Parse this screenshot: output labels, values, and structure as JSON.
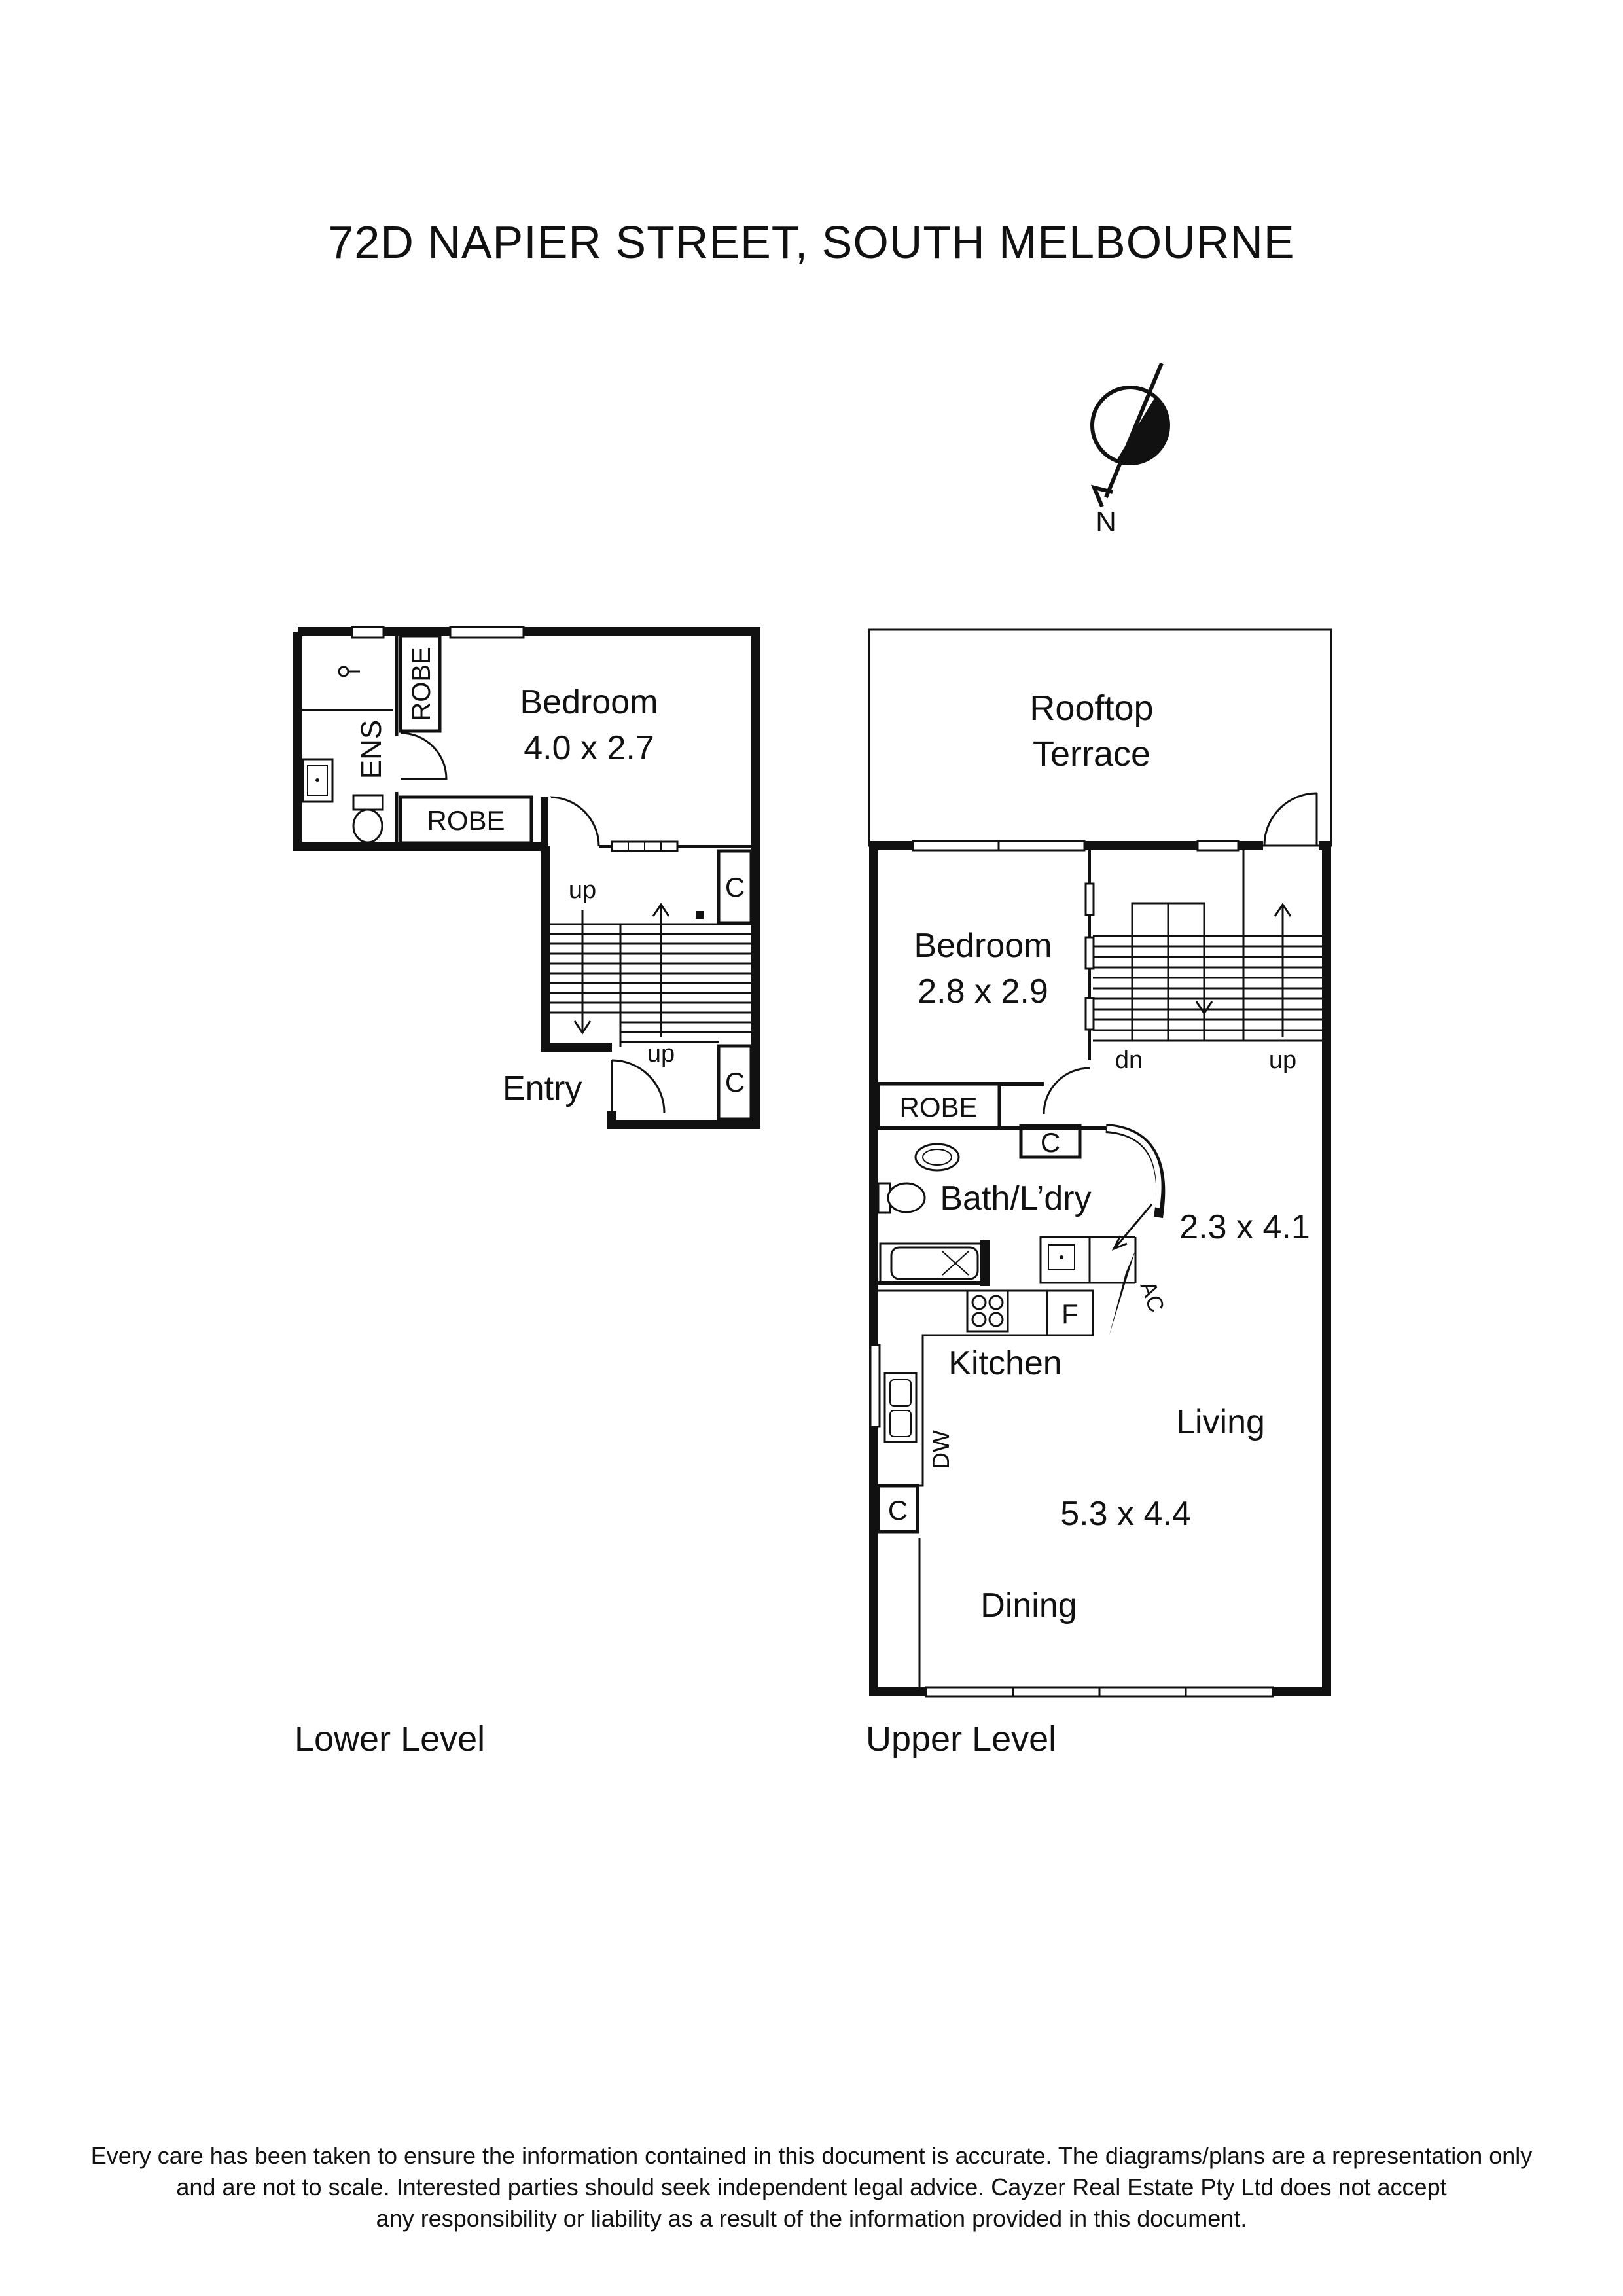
{
  "document": {
    "title": "72D NAPIER STREET, SOUTH MELBOURNE",
    "disclaimer": [
      "Every care has been taken to ensure the information contained in this document is accurate. The diagrams/plans are a representation only",
      "and are not to scale. Interested parties should seek independent legal advice. Cayzer Real Estate Pty Ltd does not accept",
      "any responsibility or liability as a result of the information provided in this document."
    ]
  },
  "compass": {
    "label": "N"
  },
  "lower_level": {
    "caption": "Lower Level",
    "bedroom_name": "Bedroom",
    "bedroom_size": "4.0 x 2.7",
    "ensuite": "ENS",
    "robe_small": "ROBE",
    "robe": "ROBE",
    "cupboard_top": "C",
    "cupboard_bottom": "C",
    "stair_up_left": "up",
    "stair_up_right": "up",
    "entry": "Entry"
  },
  "upper_level": {
    "caption": "Upper Level",
    "terrace_line1": "Rooftop",
    "terrace_line2": "Terrace",
    "bedroom_name": "Bedroom",
    "bedroom_size": "2.8 x 2.9",
    "stair_down": "dn",
    "stair_up": "up",
    "robe": "ROBE",
    "cupboard_bath": "C",
    "bath": "Bath/L’dry",
    "bath_size": "2.3 x 4.1",
    "ac": "AC",
    "fridge": "F",
    "kitchen": "Kitchen",
    "dishwasher": "DW",
    "living": "Living",
    "cupboard_dining": "C",
    "living_size": "5.3 x 4.4",
    "dining": "Dining"
  }
}
